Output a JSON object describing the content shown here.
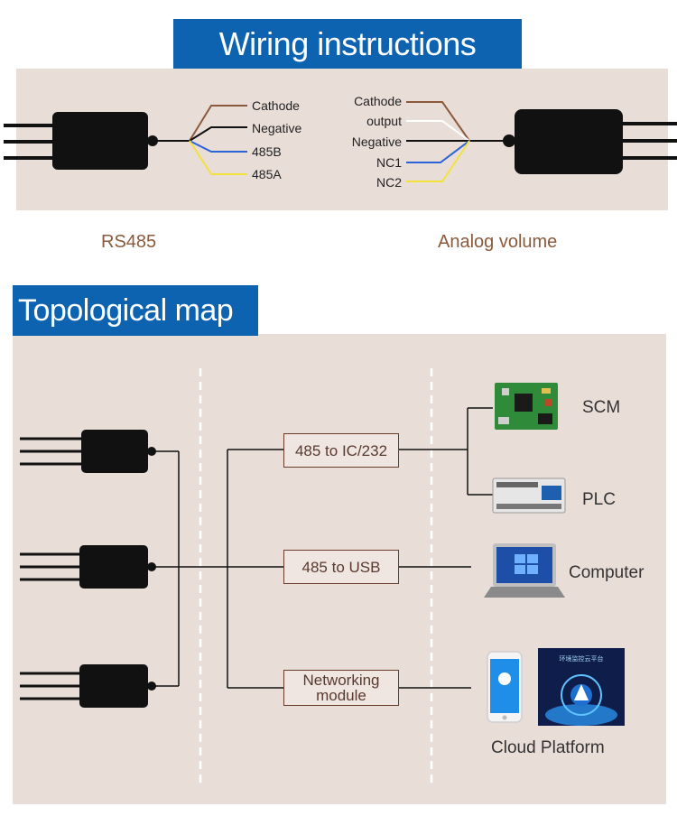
{
  "wiring": {
    "title": "Wiring instructions",
    "rs485": {
      "caption": "RS485",
      "wires": [
        {
          "label": "Cathode",
          "color": "#8b5a3c"
        },
        {
          "label": "Negative",
          "color": "#111111"
        },
        {
          "label": "485B",
          "color": "#2a62d8"
        },
        {
          "label": "485A",
          "color": "#f2e23a"
        }
      ]
    },
    "analog": {
      "caption": "Analog volume",
      "wires": [
        {
          "label": "Cathode",
          "color": "#8b5a3c"
        },
        {
          "label": "output",
          "color": "#ffffff"
        },
        {
          "label": "Negative",
          "color": "#111111"
        },
        {
          "label": "NC1",
          "color": "#2a62d8"
        },
        {
          "label": "NC2",
          "color": "#f2e23a"
        }
      ]
    }
  },
  "topology": {
    "title": "Topological map",
    "converters": {
      "ic232": "485 to IC/232",
      "usb": "485 to USB",
      "network": "Networking module"
    },
    "devices": {
      "scm": "SCM",
      "plc": "PLC",
      "computer": "Computer",
      "cloud": "Cloud Platform"
    },
    "screen_text": "环境监控云平台"
  },
  "colors": {
    "banner": "#0d63b0",
    "panel": "#e9ddd8",
    "box_border": "#6b3b2a",
    "caption": "#8a5a3c"
  }
}
